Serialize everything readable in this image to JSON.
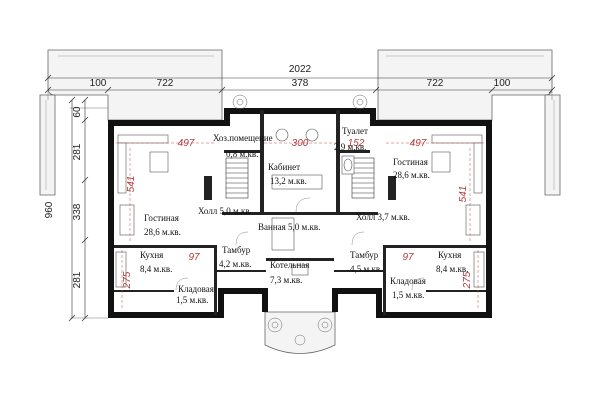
{
  "dimensions": {
    "total_width": "2022",
    "left_end": "100",
    "left_wing": "722",
    "center": "378",
    "right_wing": "722",
    "right_end": "100",
    "total_height": "960",
    "v_60": "60",
    "v_281_top": "281",
    "v_338": "338",
    "v_281_bottom": "281"
  },
  "inner_dimensions": {
    "left_living_width": "497",
    "right_living_width": "497",
    "center_width": "300",
    "center_right_width": "152",
    "left_living_depth": "541",
    "right_living_depth": "541",
    "left_kitchen_depth": "275",
    "right_kitchen_depth": "275",
    "left_vestibule_width": "97",
    "right_vestibule_width": "97"
  },
  "rooms": {
    "utility": "Хоз.помещение",
    "utility_area": "0,8 м.кв.",
    "toilet": "Туалет",
    "toilet_area": "2,9 м.кв.",
    "office": "Кабинет",
    "office_area": "13,2 м.кв.",
    "living_right": "Гостиная",
    "living_right_area": "28,6 м.кв.",
    "living_left": "Гостиная",
    "living_left_area": "28,6 м.кв.",
    "hall_left": "Холл 5,0 м.кв.",
    "hall_right": "Холл 3,7 м.кв.",
    "bathroom": "Ванная 5,0 м.кв.",
    "kitchen_left": "Кухня",
    "kitchen_left_area": "8,4 м.кв.",
    "vestibule_left": "Тамбур",
    "vestibule_left_area": "4,2 м.кв.",
    "boiler": "Котельная",
    "boiler_area": "7,3 м.кв.",
    "vestibule_right": "Тамбур",
    "vestibule_right_area": "4,5 м.кв.",
    "kitchen_right": "Кухня",
    "kitchen_right_area": "8,4 м.кв.",
    "pantry_left": "Кладовая",
    "pantry_left_area": "1,5 м.кв.",
    "pantry_right": "Кладовая",
    "pantry_right_area": "1,5 м.кв."
  }
}
